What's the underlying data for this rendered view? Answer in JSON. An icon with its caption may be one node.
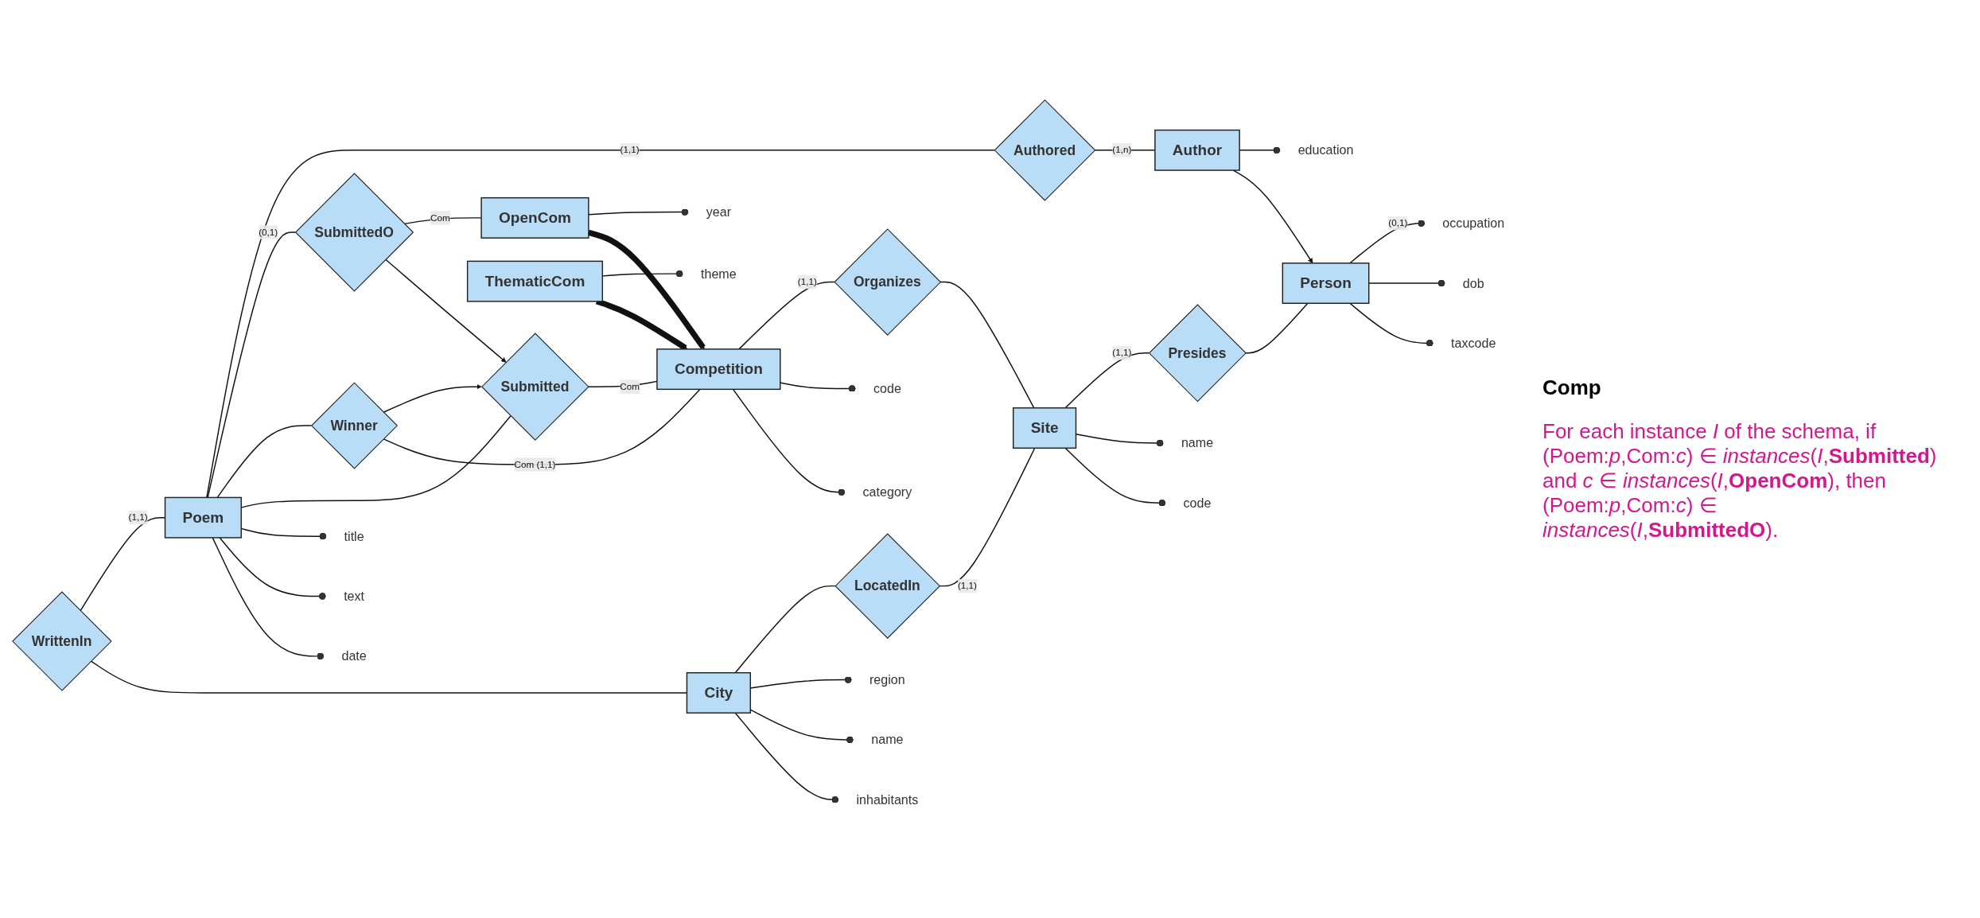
{
  "diagram": {
    "nodes": [
      {
        "text": [
          "WrittenIn"
        ]
      },
      {
        "text": [
          "City"
        ]
      },
      {
        "text": [
          "inhabitants"
        ]
      },
      {
        "text": [
          "name"
        ]
      },
      {
        "text": [
          "region"
        ]
      },
      {
        "text": [
          "LocatedIn"
        ]
      },
      {
        "text": [
          "Poem"
        ]
      },
      {
        "text": [
          "date"
        ]
      },
      {
        "text": [
          "text"
        ]
      },
      {
        "text": [
          "title"
        ]
      },
      {
        "text": [
          "Submitted"
        ]
      },
      {
        "text": [
          "Competition"
        ]
      },
      {
        "text": [
          "category"
        ]
      },
      {
        "text": [
          "code"
        ]
      },
      {
        "text": [
          "Organizes"
        ]
      },
      {
        "text": [
          "Site"
        ]
      },
      {
        "text": [
          "code"
        ]
      },
      {
        "text": [
          "name"
        ]
      },
      {
        "text": [
          "Winner"
        ]
      },
      {
        "text": [
          "OpenCom"
        ]
      },
      {
        "text": [
          "year"
        ]
      },
      {
        "text": [
          "ThematicCom"
        ]
      },
      {
        "text": [
          "theme"
        ]
      },
      {
        "text": [
          "SubmittedO"
        ]
      },
      {
        "text": [
          "Presides"
        ]
      },
      {
        "text": [
          "Person"
        ]
      },
      {
        "text": [
          "taxcode"
        ]
      },
      {
        "text": [
          "dob"
        ]
      },
      {
        "text": [
          "occupation"
        ]
      },
      {
        "text": [
          "Authored"
        ]
      },
      {
        "text": [
          "Author"
        ]
      },
      {
        "text": [
          "education"
        ]
      }
    ],
    "edges": [
      {
        "from": 0,
        "to": 1,
        "arrow": "none"
      },
      {
        "from": 0,
        "to": 6,
        "arrow": "none",
        "label": "(1,1)"
      },
      {
        "from": 1,
        "to": 2,
        "arrow": "other"
      },
      {
        "from": 1,
        "to": 3,
        "arrow": "other"
      },
      {
        "from": 1,
        "to": 4,
        "arrow": "other"
      },
      {
        "from": 1,
        "to": 5,
        "arrow": "none"
      },
      {
        "from": 5,
        "to": 15,
        "arrow": "none",
        "label": "(1,1)"
      },
      {
        "from": 6,
        "to": 7,
        "arrow": "other"
      },
      {
        "from": 6,
        "to": 8,
        "arrow": "other"
      },
      {
        "from": 6,
        "to": 9,
        "arrow": "other"
      },
      {
        "from": 6,
        "to": 10,
        "arrow": "none"
      },
      {
        "from": 10,
        "to": 11,
        "arrow": "none",
        "label": "Com"
      },
      {
        "from": 11,
        "to": 12,
        "arrow": "other"
      },
      {
        "from": 11,
        "to": 13,
        "arrow": "other"
      },
      {
        "from": 11,
        "to": 14,
        "arrow": "none",
        "label": "(1,1)"
      },
      {
        "from": 14,
        "to": 15,
        "arrow": "none"
      },
      {
        "from": 15,
        "to": 16,
        "arrow": "other"
      },
      {
        "from": 15,
        "to": 17,
        "arrow": "other"
      },
      {
        "from": 15,
        "to": 24,
        "arrow": "none",
        "label": "(1,1)"
      },
      {
        "from": 6,
        "to": 18,
        "arrow": "none"
      },
      {
        "from": 18,
        "to": 11,
        "arrow": "none",
        "label": "Com (1,1)"
      },
      {
        "from": 18,
        "to": 10,
        "arrow": "to"
      },
      {
        "from": 23,
        "to": 10,
        "arrow": "to"
      },
      {
        "from": 19,
        "to": 11,
        "arrow": "to",
        "style": "thick"
      },
      {
        "from": 21,
        "to": 11,
        "arrow": "to",
        "style": "thick"
      },
      {
        "from": 19,
        "to": 20,
        "arrow": "other"
      },
      {
        "from": 21,
        "to": 22,
        "arrow": "other"
      },
      {
        "from": 6,
        "to": 23,
        "arrow": "none",
        "label": "(0,1)"
      },
      {
        "from": 23,
        "to": 19,
        "arrow": "none",
        "label": "Com"
      },
      {
        "from": 24,
        "to": 25,
        "arrow": "none"
      },
      {
        "from": 25,
        "to": 26,
        "arrow": "other"
      },
      {
        "from": 25,
        "to": 27,
        "arrow": "other"
      },
      {
        "from": 25,
        "to": 28,
        "arrow": "other",
        "label": "(0,1)"
      },
      {
        "from": 30,
        "to": 25,
        "arrow": "to"
      },
      {
        "from": 6,
        "to": 29,
        "arrow": "none",
        "label": "(1,1)"
      },
      {
        "from": 29,
        "to": 30,
        "arrow": "none",
        "label": "(1,n)"
      },
      {
        "from": 30,
        "to": 31,
        "arrow": "other"
      }
    ],
    "labels": [
      "Comp",
      "For each instance *I* of the schema, if (Poem:*p*,Com:*c*) ∈ *instances*(*I*,**Submitted**) and *c* ∈ *instances*(*I*,**OpenCom**), then (Poem:*p*,Com:*c*) ∈ *instances*(*I*,**SubmittedO**)."
    ]
  }
}
